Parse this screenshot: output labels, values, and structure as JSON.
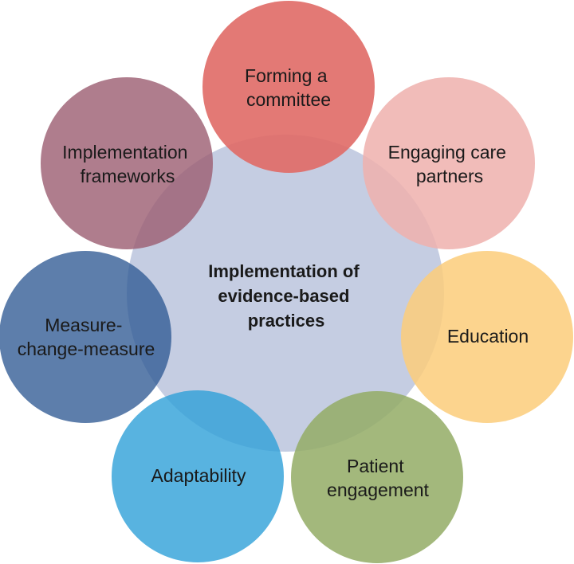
{
  "diagram": {
    "center": {
      "label_lines": [
        "Implementation of",
        "evidence-based",
        "practices"
      ],
      "color": "#c5cde2"
    },
    "nodes": [
      {
        "id": "forming-a-committee",
        "label_lines": [
          "Forming a",
          "committee"
        ],
        "color": "#e06a66"
      },
      {
        "id": "engaging-care-partners",
        "label_lines": [
          "Engaging care",
          "partners"
        ],
        "color": "#eeb0ad"
      },
      {
        "id": "education",
        "label_lines": [
          "Education"
        ],
        "color": "#fbcc7a"
      },
      {
        "id": "patient-engagement",
        "label_lines": [
          "Patient",
          "engagement"
        ],
        "color": "#93ac65"
      },
      {
        "id": "adaptability",
        "label_lines": [
          "Adaptability"
        ],
        "color": "#2ea0d8"
      },
      {
        "id": "measure-change-measure",
        "label_lines": [
          "Measure-",
          "change-measure"
        ],
        "color": "#2f5a94"
      },
      {
        "id": "implementation-frameworks",
        "label_lines": [
          "Implementation",
          "frameworks"
        ],
        "color": "#9b5d70"
      }
    ]
  }
}
